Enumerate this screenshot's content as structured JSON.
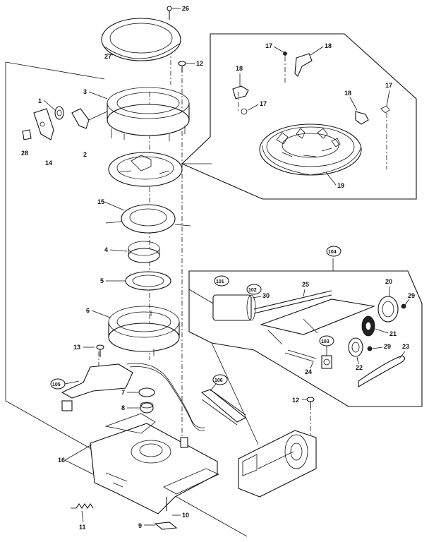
{
  "labels": {
    "p1": "1",
    "p2": "2",
    "p3": "3",
    "p4": "4",
    "p5": "5",
    "p6": "6",
    "p7": "7",
    "p8": "8",
    "p9": "9",
    "p10": "10",
    "p11": "11",
    "p12a": "12",
    "p12b": "12",
    "p13": "13",
    "p14": "14",
    "p15": "15",
    "p16": "16",
    "p17a": "17",
    "p17b": "17",
    "p17c": "17",
    "p18a": "18",
    "p18b": "18",
    "p18c": "18",
    "p19": "19",
    "p20": "20",
    "p21": "21",
    "p22": "22",
    "p23": "23",
    "p24": "24",
    "p25": "25",
    "p26": "26",
    "p27": "27",
    "p28": "28",
    "p29a": "29",
    "p29b": "29",
    "p30": "30",
    "p101": "101",
    "p102": "102",
    "p103": "103",
    "p104": "104",
    "p105": "105",
    "p106": "106"
  }
}
